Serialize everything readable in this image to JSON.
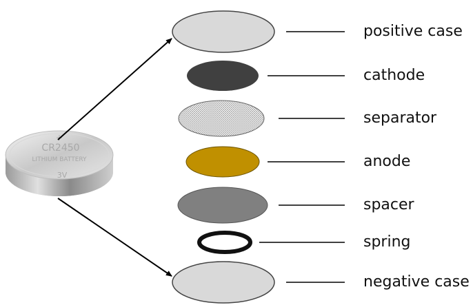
{
  "battery": {
    "imprint_model": "CR2450",
    "imprint_type": "LITHIUM BATTERY",
    "imprint_voltage": "3V"
  },
  "components": [
    {
      "label": "positive case",
      "color": "#d9d9d9",
      "pattern": "solid"
    },
    {
      "label": "cathode",
      "color": "#404040",
      "pattern": "solid"
    },
    {
      "label": "separator",
      "color": "#ffffff",
      "pattern": "mesh"
    },
    {
      "label": "anode",
      "color": "#c09000",
      "pattern": "solid"
    },
    {
      "label": "spacer",
      "color": "#808080",
      "pattern": "solid"
    },
    {
      "label": "spring",
      "color": "#111111",
      "pattern": "ring"
    },
    {
      "label": "negative case",
      "color": "#d9d9d9",
      "pattern": "solid"
    }
  ]
}
